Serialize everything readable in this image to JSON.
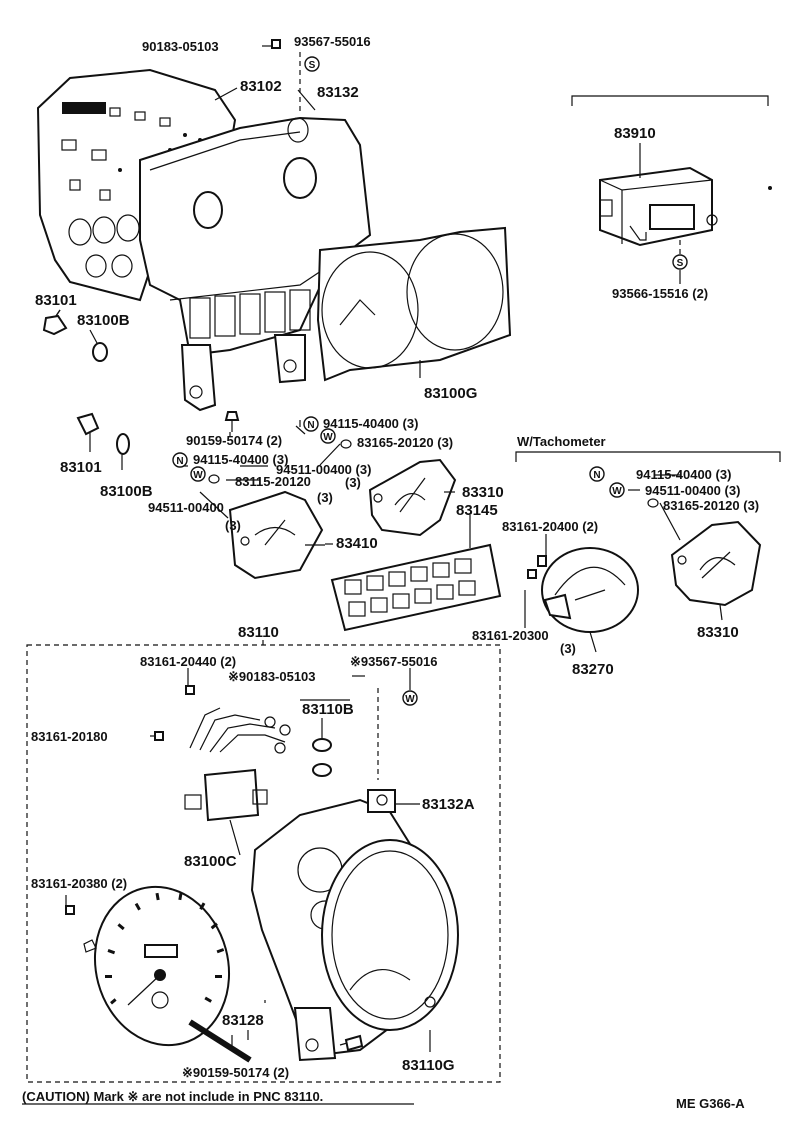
{
  "sheet": {
    "drawing_code": "ME  G366-A",
    "caution_note": "(CAUTION) Mark ※ are not include in PNC 83110.",
    "group_w_tachometer": "W/Tachometer",
    "symbol_letters": {
      "s": "S",
      "n": "N",
      "w": "W"
    }
  },
  "parts": {
    "p_90183_05103_top": "90183-05103",
    "p_93567_55016_top": "93567-55016",
    "p_83102": "83102",
    "p_83132": "83132",
    "p_83910": "83910",
    "p_93566_15516": "93566-15516 (2)",
    "p_83101_a": "83101",
    "p_83100b_a": "83100B",
    "p_83100g": "83100G",
    "p_83101_b": "83101",
    "p_83100b_b": "83100B",
    "p_90159_50174_2": "90159-50174 (2)",
    "p_94115_40400_3_a": "94115-40400 (3)",
    "p_83165_20120_3_a": "83165-20120 (3)",
    "p_94115_40400_3_b": "94115-40400 (3)",
    "p_94511_00400_3_a": "94511-00400 (3)",
    "p_83115_20120": "83115-20120",
    "p_qty3_a": "(3)",
    "p_qty3_b": "(3)",
    "p_94511_00400_b": "94511-00400",
    "p_qty3_c": "(3)",
    "p_83310_a": "83310",
    "p_83145": "83145",
    "p_83410": "83410",
    "p_94115_40400_3_c": "94115-40400 (3)",
    "p_94511_00400_3_c": "94511-00400 (3)",
    "p_83165_20120_3_b": "83165-20120 (3)",
    "p_83161_20400_2": "83161-20400 (2)",
    "p_83161_20300": "83161-20300",
    "p_qty3_d": "(3)",
    "p_83270": "83270",
    "p_83310_b": "83310",
    "p_83110": "83110",
    "p_83161_20440_2": "83161-20440 (2)",
    "p_93567_55016_mark": "※93567-55016",
    "p_90183_05103_mark": "※90183-05103",
    "p_83161_20180": "83161-20180",
    "p_83110b": "83110B",
    "p_83132a": "83132A",
    "p_83100c": "83100C",
    "p_83161_20380_2": "83161-20380 (2)",
    "p_83128": "83128",
    "p_83110g": "83110G",
    "p_90159_50174_2_mark": "※90159-50174 (2)"
  }
}
